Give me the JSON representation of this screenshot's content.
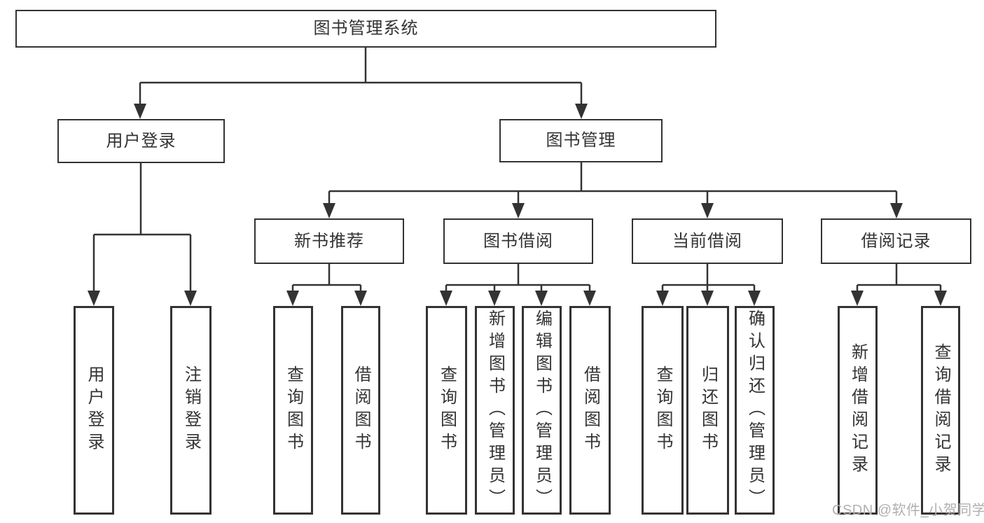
{
  "diagram_title": "图书管理系统",
  "colors": {
    "line": "#333333",
    "text": "#333333",
    "box_background": "#ffffff",
    "page_background": "#ffffff",
    "watermark": "#b0b0b0"
  },
  "watermark": {
    "text": "CSDN @软件_小贺同学"
  },
  "tree": {
    "root": {
      "label": "图书管理系统"
    },
    "branches": [
      {
        "label": "用户登录",
        "children": [
          "用户登录",
          "注销登录"
        ]
      },
      {
        "label": "图书管理",
        "sections": [
          {
            "label": "新书推荐",
            "children": [
              "查询图书",
              "借阅图书"
            ]
          },
          {
            "label": "图书借阅",
            "children": [
              "查询图书",
              "新增图书（管理员）",
              "编辑图书（管理员）",
              "借阅图书"
            ]
          },
          {
            "label": "当前借阅",
            "children": [
              "查询图书",
              "归还图书",
              "确认归还（管理员）"
            ]
          },
          {
            "label": "借阅记录",
            "children": [
              "新增借阅记录",
              "查询借阅记录"
            ]
          }
        ]
      }
    ]
  }
}
